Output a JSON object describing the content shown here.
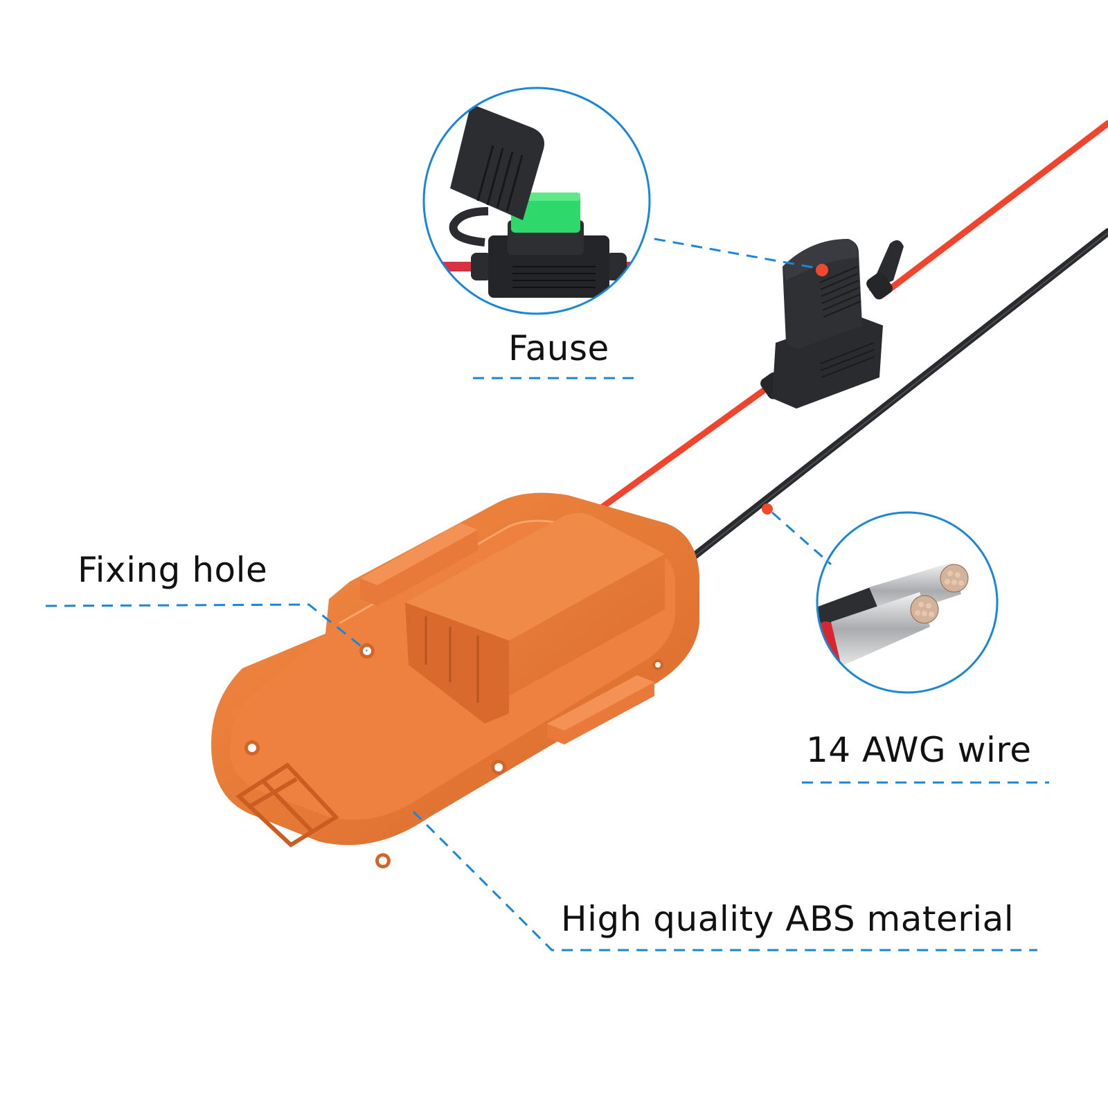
{
  "image": {
    "description": "Product feature diagram of an orange battery adapter with red/black wires and inline fuse holder",
    "background": "#ffffff",
    "accent_color": "#1a86d6",
    "marker_color": "#f04a2c",
    "product_color": "#e87a35",
    "wire_red": "#f2442c",
    "wire_black": "#2a2b2e",
    "fuse_green": "#2fd86a"
  },
  "callouts": [
    {
      "id": "fuse",
      "label": "Fause",
      "icon": "fuse-holder-icon"
    },
    {
      "id": "wire",
      "label": "14 AWG wire",
      "icon": "stranded-wire-icon"
    },
    {
      "id": "fixing-hole",
      "label": "Fixing hole",
      "icon": "screw-hole-icon"
    },
    {
      "id": "material",
      "label": "High quality ABS material",
      "icon": "adapter-body-icon"
    }
  ]
}
